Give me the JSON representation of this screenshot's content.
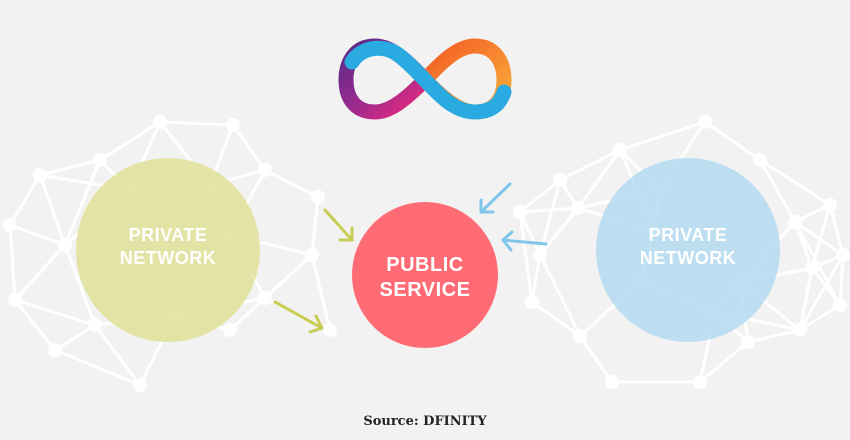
{
  "left_circle": {
    "line1": "PRIVATE",
    "line2": "NETWORK",
    "color": "#e0e29b"
  },
  "center_circle": {
    "line1": "PUBLIC",
    "line2": "SERVICE",
    "color": "#ff6b74"
  },
  "right_circle": {
    "line1": "PRIVATE",
    "line2": "NETWORK",
    "color": "#b7dcf0"
  },
  "arrow_colors": {
    "left": "#c9cd55",
    "right": "#7fc6ea"
  },
  "logo": {
    "name": "dfinity-infinity-logo"
  },
  "source": "Source: DFINITY"
}
